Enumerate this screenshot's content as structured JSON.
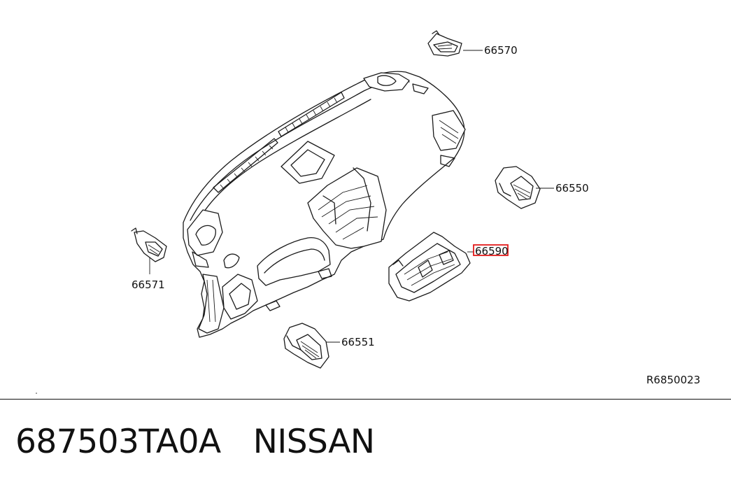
{
  "diagram": {
    "callouts": {
      "c66570": "66570",
      "c66550": "66550",
      "c66590": "66590",
      "c66571": "66571",
      "c66551": "66551"
    },
    "highlighted_callout": "66590",
    "highlight_color": "#e31c1c",
    "reference_code": "R6850023"
  },
  "footer": {
    "part_number": "687503TA0A",
    "brand": "NISSAN"
  }
}
